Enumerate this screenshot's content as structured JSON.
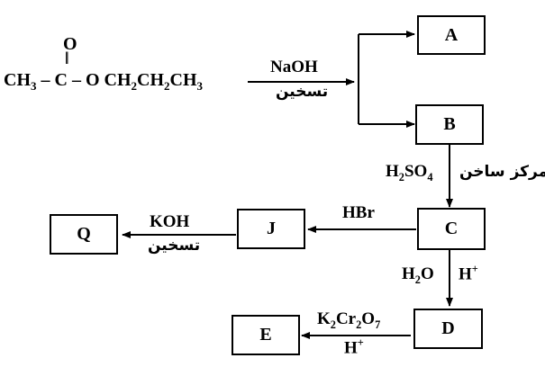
{
  "reactant": {
    "carbonyl_o": "O",
    "double_bond": "||",
    "ch3": "CH",
    "ch3_sub": "3",
    "dash1": " – C – O ",
    "propyl_1": "CH",
    "propyl_1_sub": "2",
    "propyl_2": "CH",
    "propyl_2_sub": "2",
    "propyl_3": "CH",
    "propyl_3_sub": "3"
  },
  "boxes": {
    "A": "A",
    "B": "B",
    "C": "C",
    "D": "D",
    "E": "E",
    "J": "J",
    "Q": "Q"
  },
  "conditions": {
    "naoh": "NaOH",
    "naoh_heat": "تسخين",
    "h2so4_h": "H",
    "h2so4_2": "2",
    "h2so4_so": "SO",
    "h2so4_4": "4",
    "h2so4_arabic": "مركز ساخن",
    "hbr": "HBr",
    "koh": "KOH",
    "koh_heat": "تسخين",
    "h2o_h": "H",
    "h2o_2": "2",
    "h2o_o": "O",
    "hplus_1": "H",
    "hplus_1_sup": "+",
    "k2cr2o7_k": "K",
    "k2cr2o7_2a": "2",
    "k2cr2o7_cr": "Cr",
    "k2cr2o7_2b": "2",
    "k2cr2o7_o": "O",
    "k2cr2o7_7": "7",
    "hplus_2": "H",
    "hplus_2_sup": "+"
  }
}
